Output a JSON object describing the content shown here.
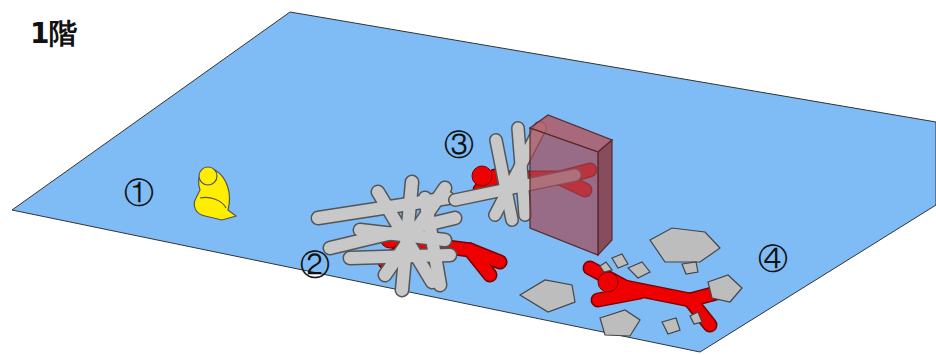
{
  "diagram": {
    "title": "1階",
    "labels": [
      "①",
      "②",
      "③",
      "④"
    ]
  }
}
